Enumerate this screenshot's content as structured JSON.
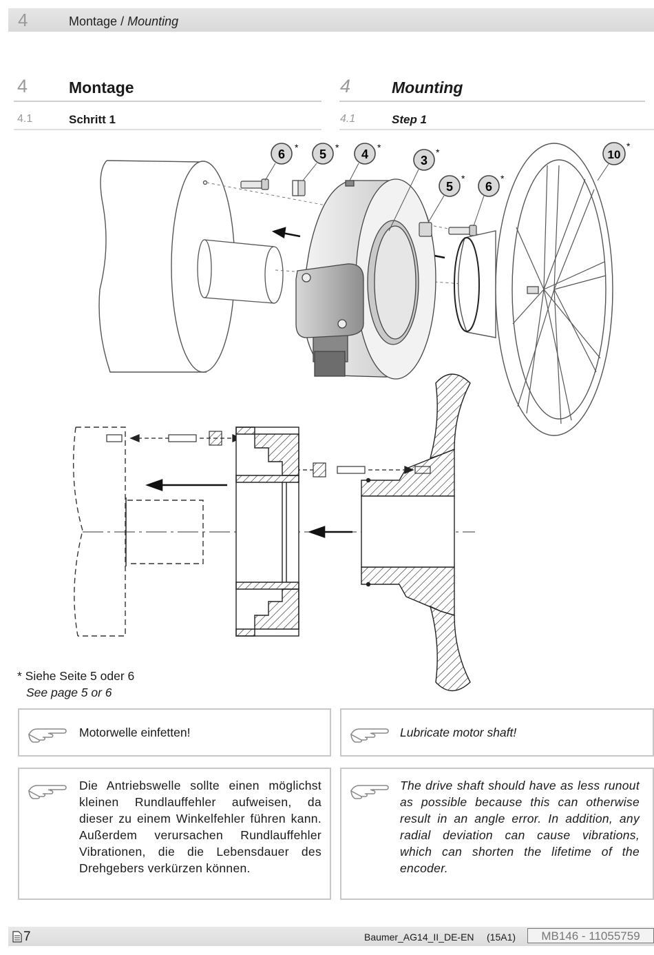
{
  "header": {
    "chapter_num": "4",
    "title_de": "Montage",
    "title_sep": " / ",
    "title_en": "Mounting"
  },
  "section_de": {
    "num": "4",
    "title": "Montage",
    "sub_num": "4.1",
    "sub_title": "Schritt 1"
  },
  "section_en": {
    "num": "4",
    "title": "Mounting",
    "sub_num": "4.1",
    "sub_title": "Step 1"
  },
  "callouts": [
    {
      "label": "6",
      "star": "*"
    },
    {
      "label": "5",
      "star": "*"
    },
    {
      "label": "4",
      "star": "*"
    },
    {
      "label": "3",
      "star": "*"
    },
    {
      "label": "5",
      "star": "*"
    },
    {
      "label": "6",
      "star": "*"
    },
    {
      "label": "10",
      "star": "*"
    }
  ],
  "footnote": {
    "de": "* Siehe Seite 5 oder 6",
    "en": "See page 5 or 6"
  },
  "notes": {
    "note1_de": "Motorwelle einfetten!",
    "note1_en": "Lubricate motor shaft!",
    "note2_de": "Die Antriebswelle sollte einen möglichst kleinen Rundlauffehler aufweisen, da dieser zu einem Winkelfehler führen kann. Außerdem verursachen Rundlauffehler Vibrationen, die die Lebensdauer des Drehgebers verkürzen können.",
    "note2_en": "The drive shaft should have as less runout as possible because this can otherwise result in an angle error. In addition, any radial deviation can cause vibrations, which can shorten the lifetime of the encoder."
  },
  "footer": {
    "page": "7",
    "doc": "Baumer_AG14_II_DE-EN",
    "rev": "(15A1)",
    "ref": "MB146 - 11055759"
  },
  "icons": [
    "pointing-hand-icon",
    "page-icon"
  ]
}
